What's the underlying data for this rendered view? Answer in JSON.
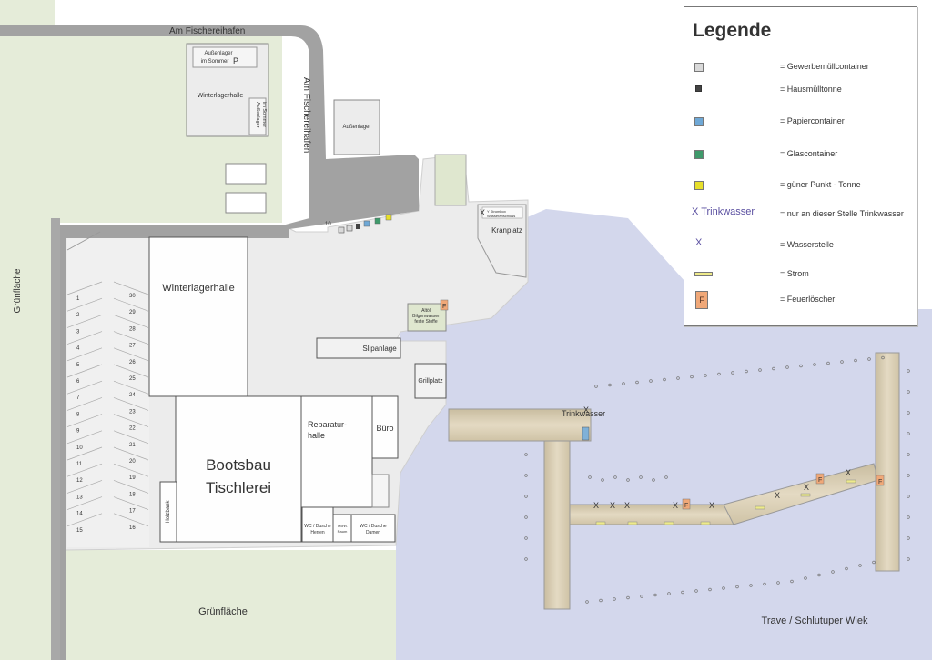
{
  "map": {
    "streets": {
      "top_road": "Am Fischereihafen",
      "vertical_road": "Am Fischereihafen"
    },
    "areas": {
      "green_left": "Grünfläche",
      "green_bottom": "Grünfläche",
      "water": "Trave / Schlutuper Wiek"
    },
    "buildings": {
      "winterlager_small": "Winterlagerhalle",
      "aussenlager_summer_top": [
        "Außenlager",
        "im Sommer"
      ],
      "aussenlager_summer_side": [
        "Außenlager",
        "im Sommer"
      ],
      "aussenlager": "Außenlager",
      "winterlager_big": "Winterlagerhalle",
      "bootsbau": [
        "Bootsbau",
        "Tischlerei"
      ],
      "reparatur": [
        "Reparatur-",
        "halle"
      ],
      "buero": "Büro",
      "holzbank": "Holzbank",
      "wc_herren": [
        "WC / Dusche",
        "Herren"
      ],
      "wc_damen": [
        "WC / Dusche",
        "Damen"
      ],
      "wc_middle": [
        "Techn.",
        "Raum"
      ],
      "kranplatz": "Kranplatz",
      "slipanlage": "Slipanlage",
      "grillplatz": "Grillplatz",
      "altoel": [
        "Altöl",
        "Bilgenwasser",
        "feste Stoffe"
      ],
      "kran_box": [
        "Y Strombox",
        "Wasseranschluss"
      ]
    },
    "marks": {
      "fire_letter": "F",
      "parking_letter": "P",
      "trinkwasser_label": "Trinkwasser",
      "x": "X",
      "area_number": "10"
    },
    "parking_left": [
      "1",
      "2",
      "3",
      "4",
      "5",
      "6",
      "7",
      "8",
      "9",
      "10",
      "11",
      "12",
      "13",
      "14",
      "15"
    ],
    "parking_right": [
      "30",
      "29",
      "28",
      "27",
      "26",
      "25",
      "24",
      "23",
      "22",
      "21",
      "20",
      "19",
      "18",
      "17",
      "16"
    ]
  },
  "legend": {
    "title": "Legende",
    "items": [
      {
        "symbol": "swatch",
        "color": "#d9d9d9",
        "label": "= Gewerbemüllcontainer"
      },
      {
        "symbol": "swatch",
        "color": "#444444",
        "label": "= Hausmülltonne"
      },
      {
        "symbol": "swatch",
        "color": "#6fa8d6",
        "label": "= Papiercontainer"
      },
      {
        "symbol": "swatch",
        "color": "#3f9a6b",
        "label": "= Glascontainer"
      },
      {
        "symbol": "swatch",
        "color": "#e7df2a",
        "label": "= güner Punkt - Tonne"
      },
      {
        "symbol": "text",
        "symbol_text": "X Trinkwasser",
        "label": "= nur an dieser Stelle Trinkwasser"
      },
      {
        "symbol": "text",
        "symbol_text": "X",
        "label": "= Wasserstelle"
      },
      {
        "symbol": "strom",
        "color": "#eeea8a",
        "label": "= Strom"
      },
      {
        "symbol": "fire",
        "symbol_text": "F",
        "color": "#f0a878",
        "label": "= Feuerlöscher"
      }
    ]
  },
  "colors": {
    "water": "#d3d7ec",
    "green": "#e5ecd9",
    "road": "#a2a2a2",
    "ground": "#ececec",
    "pier": "#ddd2b7",
    "mark_blue": "#4a44a0"
  }
}
